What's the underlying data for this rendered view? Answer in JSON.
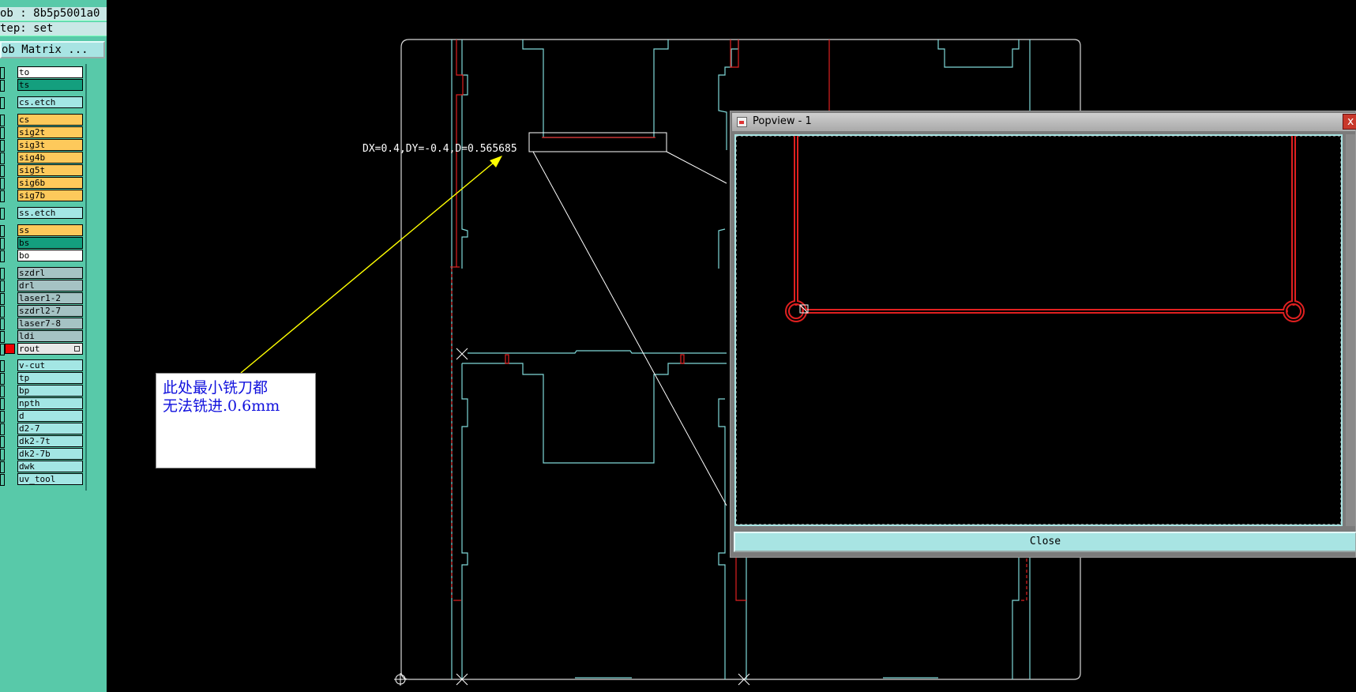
{
  "header": {
    "job": "ob : 8b5p5001a0",
    "step": "tep: set",
    "matrix_button": "ob Matrix ..."
  },
  "layers": [
    {
      "name": "to",
      "style": "white"
    },
    {
      "name": "ts",
      "style": "green"
    },
    {
      "name": "cs.etch",
      "style": "cyan"
    },
    {
      "name": "cs",
      "style": "orange"
    },
    {
      "name": "sig2t",
      "style": "orange"
    },
    {
      "name": "sig3t",
      "style": "orange"
    },
    {
      "name": "sig4b",
      "style": "orange"
    },
    {
      "name": "sig5t",
      "style": "orange"
    },
    {
      "name": "sig6b",
      "style": "orange"
    },
    {
      "name": "sig7b",
      "style": "orange"
    },
    {
      "name": "ss.etch",
      "style": "cyan"
    },
    {
      "name": "ss",
      "style": "orange"
    },
    {
      "name": "bs",
      "style": "green"
    },
    {
      "name": "bo",
      "style": "white"
    },
    {
      "name": "szdrl",
      "style": "grey"
    },
    {
      "name": "drl",
      "style": "grey"
    },
    {
      "name": "laser1-2",
      "style": "grey"
    },
    {
      "name": "szdrl2-7",
      "style": "grey"
    },
    {
      "name": "laser7-8",
      "style": "grey"
    },
    {
      "name": "ldi",
      "style": "grey"
    },
    {
      "name": "rout",
      "style": "light",
      "active": true
    },
    {
      "name": "v-cut",
      "style": "cyan"
    },
    {
      "name": "tp",
      "style": "cyan"
    },
    {
      "name": "bp",
      "style": "cyan"
    },
    {
      "name": "npth",
      "style": "cyan"
    },
    {
      "name": "d",
      "style": "cyan"
    },
    {
      "name": "d2-7",
      "style": "cyan"
    },
    {
      "name": "dk2-7t",
      "style": "cyan"
    },
    {
      "name": "dk2-7b",
      "style": "cyan"
    },
    {
      "name": "dwk",
      "style": "cyan"
    },
    {
      "name": "uv_tool",
      "style": "cyan"
    }
  ],
  "canvas": {
    "measurement": "DX=0.4,DY=-0.4,D=0.565685",
    "note_line1": "此处最小铣刀都",
    "note_line2": "无法铣进.0.6mm"
  },
  "popview": {
    "title": "Popview - 1",
    "close_x": "x",
    "close_button": "Close"
  },
  "colors": {
    "panel": "#58c9a9",
    "outline": "#7fd8d8",
    "rout": "#e02020",
    "annotation_arrow": "#ffff00",
    "note_text": "#1111dd"
  }
}
